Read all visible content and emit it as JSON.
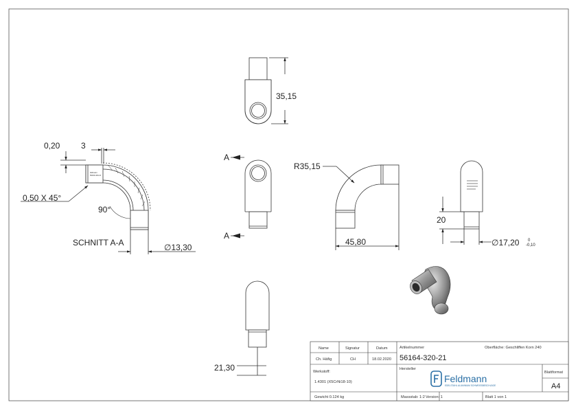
{
  "dimensions": {
    "top_view_height": "35,15",
    "offset_020": "0,20",
    "offset_3": "3",
    "chamfer": "0,50 X 45°",
    "angle": "90°",
    "section_label": "SCHNITT A-A",
    "diameter_13": "∅13,30",
    "radius": "R35,15",
    "width_45": "45,80",
    "height_20": "20",
    "diameter_17": "∅17,20",
    "tol_upper": "0",
    "tol_lower": "-0,10",
    "length_21": "21,30",
    "section_marker_top": "A",
    "section_marker_bottom": "A"
  },
  "engraving": {
    "line1": "feldmann",
    "line2": "56164-320-21"
  },
  "title_block": {
    "name_label": "Name",
    "signature_label": "Signatur",
    "date_label": "Datum",
    "name_value": "Ch. Häfig",
    "signature_value": "CH",
    "date_value": "18.02.2020",
    "article_label": "Artikelnummer",
    "article_number": "56164-320-21",
    "surface_text": "Oberfläche: Geschliffen Korn 240",
    "material_label": "Werkstoff:",
    "material_value": "1.4301 (X5CrNi18-10)",
    "manufacturer_label": "Hersteller",
    "format_label": "Blattformat",
    "format_value": "A4",
    "weight": "Gewicht 0.124 kg",
    "scale": "Massstab: 1:2",
    "version": "Version: 1",
    "sheet": "Blatt 1 von 1"
  },
  "logo": {
    "name": "Feldmann",
    "tagline": "EDELSTAHL ALUMINIUM SCHWEISSBESCHLÄGE",
    "icon": "feldmann-logo-icon"
  },
  "colors": {
    "line": "#333333",
    "logo_blue": "#2a6fa5",
    "metal_dark": "#6f6f6f",
    "metal_light": "#d6d6d6"
  }
}
